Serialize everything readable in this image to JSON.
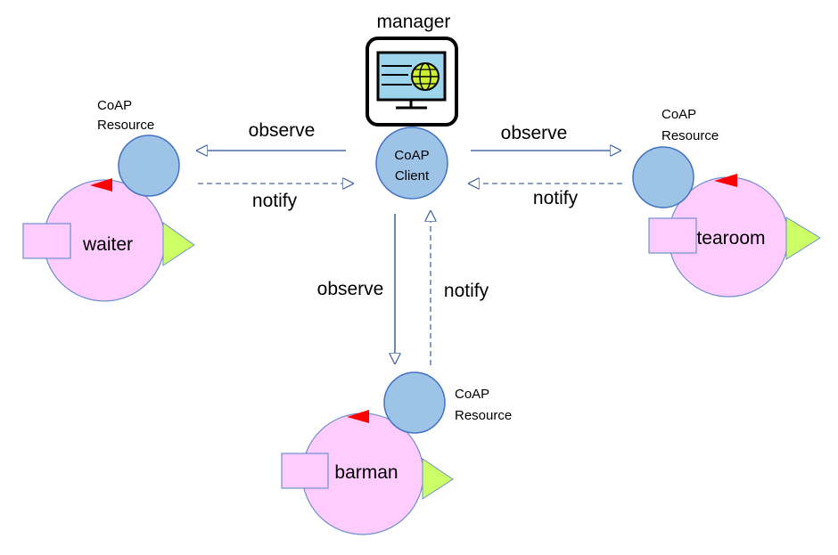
{
  "manager": {
    "title": "manager",
    "icon": "computer-monitor-globe-icon",
    "client_line1": "CoAP",
    "client_line2": "Client"
  },
  "agents": {
    "waiter": {
      "name": "waiter",
      "resource_line1": "CoAP",
      "resource_line2": "Resource",
      "observe": "observe",
      "notify": "notify"
    },
    "tearoom": {
      "name": "tearoom",
      "resource_line1": "CoAP",
      "resource_line2": "Resource",
      "observe": "observe",
      "notify": "notify"
    },
    "barman": {
      "name": "barman",
      "resource_line1": "CoAP",
      "resource_line2": "Resource",
      "observe": "observe",
      "notify": "notify"
    }
  },
  "colors": {
    "resource_fill": "#9dc3e6",
    "resource_stroke": "#4472c4",
    "agent_fill": "#ffccff",
    "agent_stroke": "#6f8fcf",
    "red_marker": "#ff0000",
    "green_marker": "#ccff66",
    "arrow": "#4a6aa5",
    "monitor_screen": "#9dd6ec",
    "globe": "#ccee33"
  }
}
